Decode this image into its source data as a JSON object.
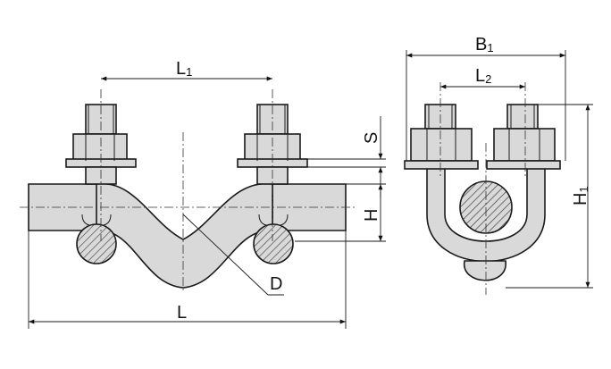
{
  "dimensions": {
    "L1": {
      "main": "L",
      "sub": "1"
    },
    "L": {
      "main": "L"
    },
    "S": {
      "main": "S"
    },
    "H": {
      "main": "H"
    },
    "D": {
      "main": "D"
    },
    "B1": {
      "main": "B",
      "sub": "1"
    },
    "L2": {
      "main": "L",
      "sub": "2"
    },
    "H1": {
      "main": "H",
      "sub": "1"
    }
  },
  "colors": {
    "line": "#1a1a1a",
    "fill": "#d9d9d9",
    "hatch": "#333333"
  }
}
